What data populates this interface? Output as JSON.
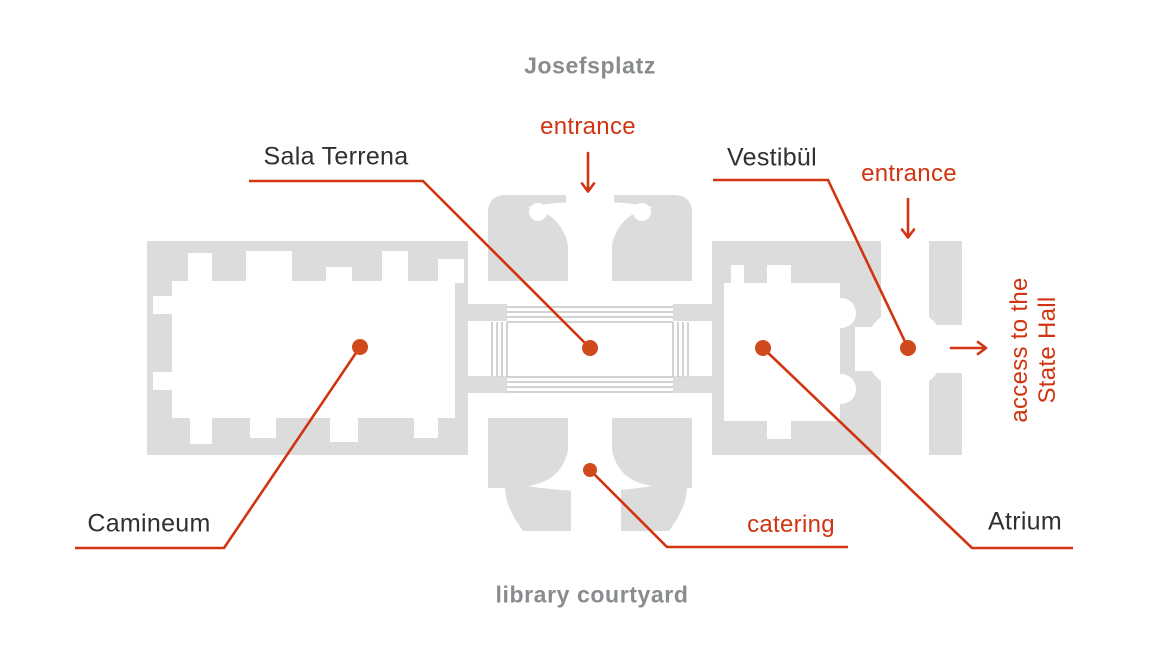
{
  "diagram": {
    "title_area": "Hofburg floor plan infographic",
    "colors": {
      "accent_red": "#d13410",
      "marker_dot_red": "#d14a1e",
      "plan_gray": "#dcdcdc",
      "hatch_gray": "#cbcbcb",
      "label_dark": "#2e3032",
      "label_gray": "#898c8e",
      "background": "#ffffff"
    },
    "labels": {
      "josefsplatz": "Josefsplatz",
      "entrance_top": "entrance",
      "sala_terrena": "Sala Terrena",
      "vestibul": "Vestibül",
      "entrance_right": "entrance",
      "access_line1": "access to the",
      "access_line2": "State Hall",
      "camineum": "Camineum",
      "catering": "catering",
      "atrium": "Atrium",
      "library_courtyard": "library courtyard"
    }
  }
}
